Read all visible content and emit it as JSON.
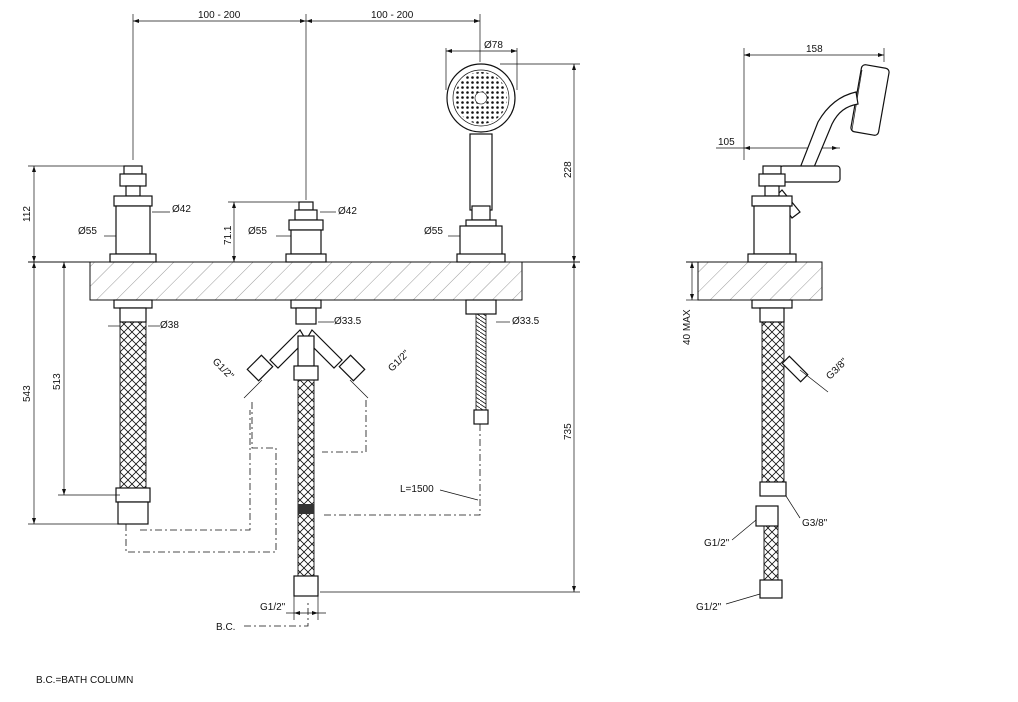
{
  "front_view": {
    "spacing_left": "100 - 200",
    "spacing_right": "100 - 200",
    "handshower_dia": "Ø78",
    "height_228": "228",
    "height_112": "112",
    "height_71": "71.1",
    "dia_42_left": "Ø42",
    "dia_42_center": "Ø42",
    "dia_55_left": "Ø55",
    "dia_55_center": "Ø55",
    "dia_55_right": "Ø55",
    "dia_38": "Ø38",
    "dia_33_center": "Ø33.5",
    "dia_33_right": "Ø33.5",
    "g12_left": "G1/2\"",
    "g12_right": "G1/2\"",
    "height_543": "543",
    "height_513": "513",
    "height_735": "735",
    "hose_length": "L=1500",
    "g12_bottom": "G1/2\"",
    "bc_label": "B.C."
  },
  "side_view": {
    "width_158": "158",
    "width_105": "105",
    "max_40": "40 MAX",
    "g38_top": "G3/8\"",
    "g38_bottom": "G3/8\"",
    "g12_upper": "G1/2\"",
    "g12_lower": "G1/2\""
  },
  "legend": "B.C.=BATH COLUMN"
}
